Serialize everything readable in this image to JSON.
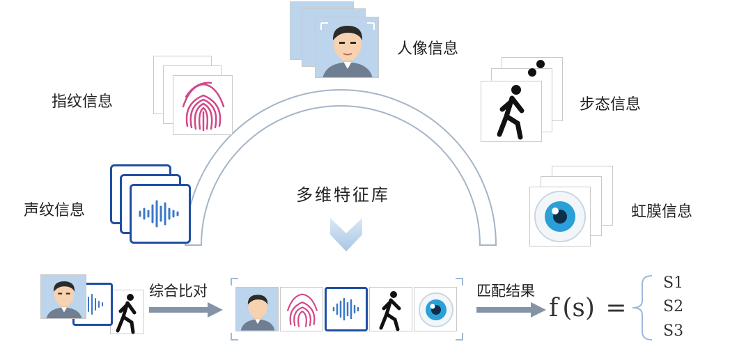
{
  "center_label": "多维特征库",
  "features": {
    "face": "人像信息",
    "fingerprint": "指纹信息",
    "gait": "步态信息",
    "voiceprint": "声纹信息",
    "iris": "虹膜信息"
  },
  "process": {
    "compare_label": "综合比对",
    "match_label": "匹配结果"
  },
  "formula": {
    "f": "f",
    "arg": "(s)",
    "eq": "=",
    "results": [
      "S1",
      "S2",
      "S3"
    ]
  },
  "colors": {
    "arc_stroke": "#a6b4c6",
    "arrow": "#8593a6",
    "down_chevron": "#bcd4ec",
    "fingerprint": "#d0488a",
    "voice_border": "#1f4fa3",
    "voice_wave": "#3a78c8",
    "iris": "#2b9fd8",
    "bracket": "#9fb8d6"
  }
}
